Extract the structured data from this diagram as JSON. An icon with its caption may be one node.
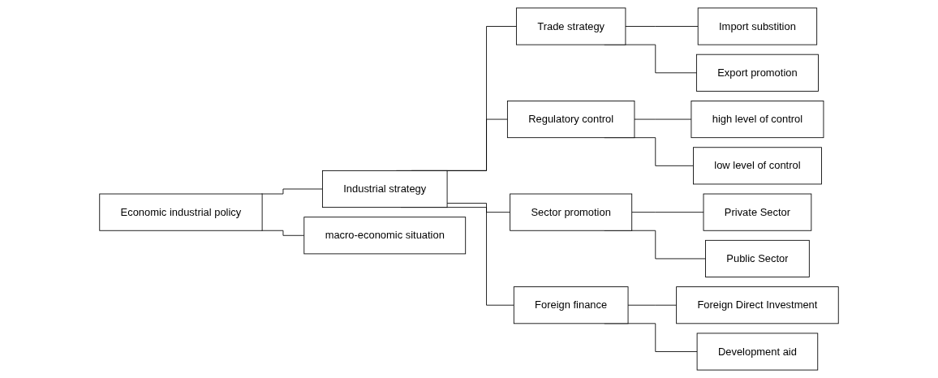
{
  "diagram": {
    "nodes": [
      {
        "text": [
          "Economic industrial policy"
        ]
      },
      {
        "text": [
          "Industrial strategy"
        ]
      },
      {
        "text": [
          "macro-economic situation"
        ]
      },
      {
        "text": [
          "Trade strategy"
        ]
      },
      {
        "text": [
          "Regulatory control"
        ]
      },
      {
        "text": [
          "Sector promotion"
        ]
      },
      {
        "text": [
          "Foreign finance"
        ]
      },
      {
        "text": [
          "Import substition"
        ]
      },
      {
        "text": [
          "Export promotion"
        ]
      },
      {
        "text": [
          "high level of control"
        ]
      },
      {
        "text": [
          "low level of control"
        ]
      },
      {
        "text": [
          "Private Sector"
        ]
      },
      {
        "text": [
          "Public Sector"
        ]
      },
      {
        "text": [
          "Foreign Direct Investment"
        ]
      },
      {
        "text": [
          "Development aid"
        ]
      }
    ],
    "edges": [
      {
        "from": 0,
        "to": 1,
        "arrow": "none"
      },
      {
        "from": 0,
        "to": 2,
        "arrow": "none"
      },
      {
        "from": 1,
        "to": 3,
        "arrow": "none"
      },
      {
        "from": 1,
        "to": 4,
        "arrow": "none"
      },
      {
        "from": 1,
        "to": 5,
        "arrow": "none"
      },
      {
        "from": 1,
        "to": 6,
        "arrow": "none"
      },
      {
        "from": 3,
        "to": 7,
        "arrow": "none"
      },
      {
        "from": 3,
        "to": 8,
        "arrow": "none"
      },
      {
        "from": 4,
        "to": 9,
        "arrow": "none"
      },
      {
        "from": 4,
        "to": 10,
        "arrow": "none"
      },
      {
        "from": 5,
        "to": 11,
        "arrow": "none"
      },
      {
        "from": 5,
        "to": 12,
        "arrow": "none"
      },
      {
        "from": 6,
        "to": 13,
        "arrow": "none"
      },
      {
        "from": 6,
        "to": 14,
        "arrow": "none"
      }
    ]
  }
}
